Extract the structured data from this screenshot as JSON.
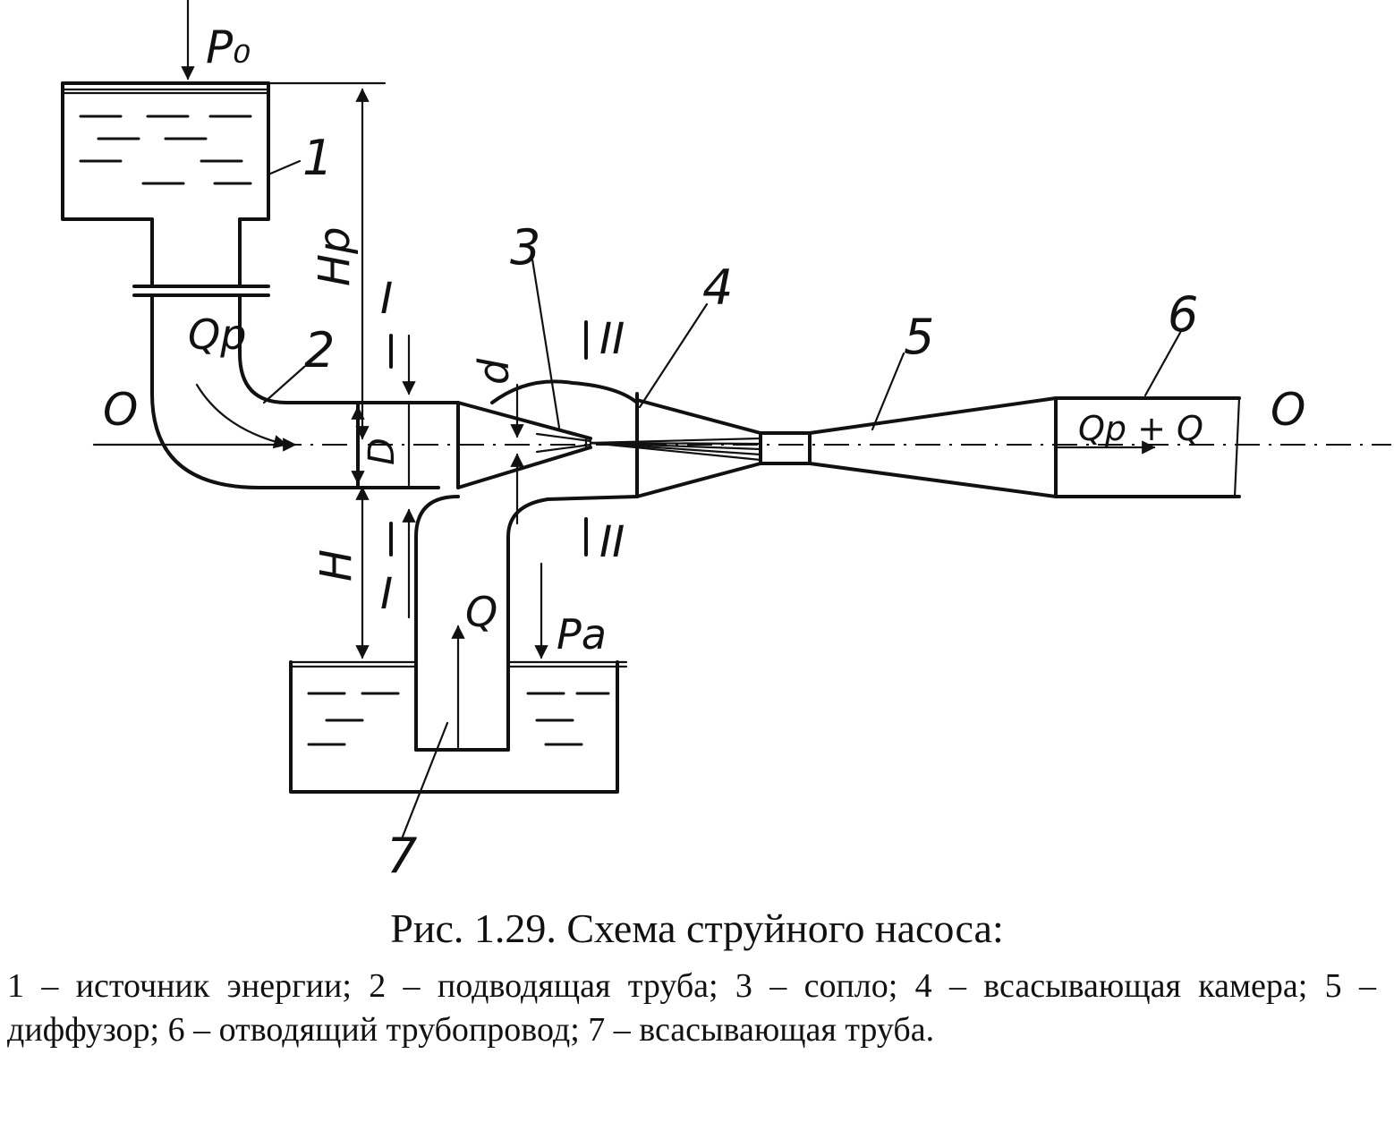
{
  "labels": {
    "p0": "P₀",
    "hp": "Hp",
    "h": "H",
    "qp": "Qp",
    "q": "Q",
    "qp_plus_q": "Qp + Q",
    "pa": "Pa",
    "d_big": "D",
    "d_small": "d",
    "axis_left": "O",
    "axis_right": "O",
    "sec1_top": "I",
    "sec1_bottom": "I",
    "sec2_top": "II",
    "sec2_bottom": "II"
  },
  "part_numbers": [
    "1",
    "2",
    "3",
    "4",
    "5",
    "6",
    "7"
  ],
  "caption": {
    "title": "Рис. 1.29. Схема струйного насоса:",
    "legend": "1 – источник энергии; 2 – подводящая труба; 3 – сопло; 4 – всасывающая камера; 5 – диффузор; 6 – отводящий трубопровод; 7 – всасывающая труба."
  }
}
